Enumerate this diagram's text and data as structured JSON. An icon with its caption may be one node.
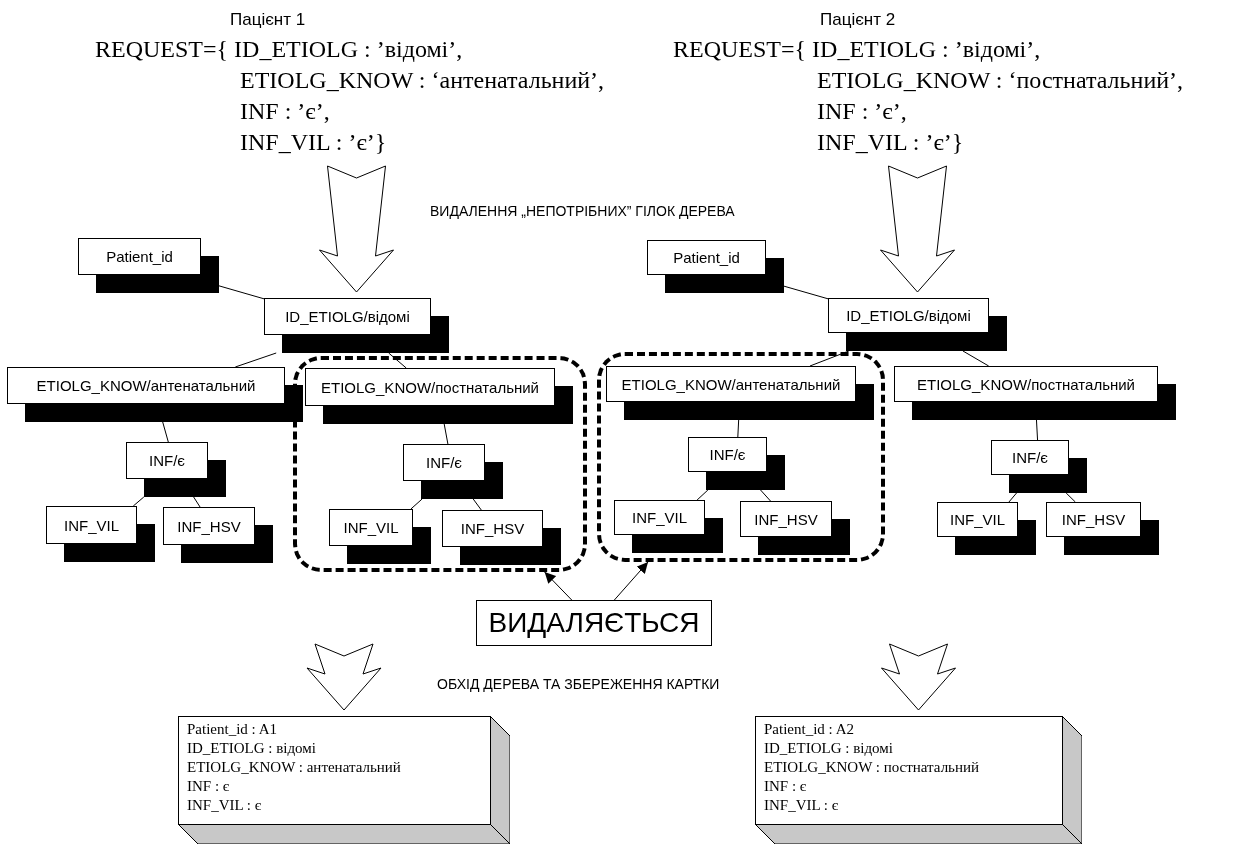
{
  "diagram": {
    "nodes": [
      {
        "text": [
          "Пацієнт 1",
          "REQUEST={ ID_ETIOLG : ’відомі’,",
          "ETIOLG_KNOW : ‘антенатальний’,",
          "INF : ’є’,",
          "INF_VIL : ’є’}"
        ]
      },
      {
        "text": [
          "Пацієнт 2",
          "REQUEST={ ID_ETIOLG : ’відомі’,",
          "ETIOLG_KNOW : ‘постнатальний’,",
          "INF : ’є’,",
          "INF_VIL : ’є’}"
        ]
      },
      {
        "text": [
          "Patient_id"
        ]
      },
      {
        "text": [
          "ID_ETIOLG/відомі"
        ]
      },
      {
        "text": [
          "ETIOLG_KNOW/антенатальний"
        ]
      },
      {
        "text": [
          "INF/є"
        ]
      },
      {
        "text": [
          "INF_VIL"
        ]
      },
      {
        "text": [
          "INF_HSV"
        ]
      },
      {
        "text": [],
        "shape": "box"
      },
      {
        "text": [
          "ETIOLG_KNOW/постнатальний"
        ],
        "in": 8
      },
      {
        "text": [
          "INF/є"
        ],
        "in": 8
      },
      {
        "text": [
          "INF_VIL"
        ],
        "in": 8
      },
      {
        "text": [
          "INF_HSV"
        ],
        "in": 8
      },
      {
        "text": [
          "Patient_id"
        ]
      },
      {
        "text": [
          "ID_ETIOLG/відомі"
        ]
      },
      {
        "text": [],
        "shape": "box"
      },
      {
        "text": [
          "ETIOLG_KNOW/антенатальний"
        ],
        "in": 15
      },
      {
        "text": [
          "INF/є"
        ],
        "in": 15
      },
      {
        "text": [
          "INF_VIL"
        ],
        "in": 15
      },
      {
        "text": [
          "INF_HSV"
        ],
        "in": 15
      },
      {
        "text": [
          "ETIOLG_KNOW/постнатальний"
        ]
      },
      {
        "text": [
          "INF/є"
        ]
      },
      {
        "text": [
          "INF_VIL"
        ]
      },
      {
        "text": [
          "INF_HSV"
        ]
      },
      {
        "text": [
          "ВИДАЛЯЄТЬСЯ"
        ]
      },
      {
        "text": [
          "Patient_id : A1",
          "ID_ETIOLG : відомі",
          "ETIOLG_KNOW : антенатальний",
          "INF : є",
          "INF_VIL : є"
        ]
      },
      {
        "text": [
          "Patient_id : A2",
          "ID_ETIOLG : відомі",
          "ETIOLG_KNOW : постнатальний",
          "INF : є",
          "INF_VIL : є"
        ]
      }
    ],
    "edges": [
      {
        "from": 0,
        "to": 3,
        "arrow": "to",
        "style": "thick"
      },
      {
        "from": 1,
        "to": 14,
        "arrow": "to",
        "style": "thick"
      },
      {
        "from": 2,
        "to": 3,
        "arrow": "none"
      },
      {
        "from": 3,
        "to": 4,
        "arrow": "none"
      },
      {
        "from": 3,
        "to": 9,
        "arrow": "none"
      },
      {
        "from": 4,
        "to": 5,
        "arrow": "none"
      },
      {
        "from": 5,
        "to": 6,
        "arrow": "none"
      },
      {
        "from": 5,
        "to": 7,
        "arrow": "none"
      },
      {
        "from": 9,
        "to": 10,
        "arrow": "none"
      },
      {
        "from": 10,
        "to": 11,
        "arrow": "none"
      },
      {
        "from": 10,
        "to": 12,
        "arrow": "none"
      },
      {
        "from": 13,
        "to": 14,
        "arrow": "none"
      },
      {
        "from": 14,
        "to": 16,
        "arrow": "none"
      },
      {
        "from": 14,
        "to": 20,
        "arrow": "none"
      },
      {
        "from": 16,
        "to": 17,
        "arrow": "none"
      },
      {
        "from": 17,
        "to": 18,
        "arrow": "none"
      },
      {
        "from": 17,
        "to": 19,
        "arrow": "none"
      },
      {
        "from": 20,
        "to": 21,
        "arrow": "none"
      },
      {
        "from": 21,
        "to": 22,
        "arrow": "none"
      },
      {
        "from": 21,
        "to": 23,
        "arrow": "none"
      },
      {
        "from": 24,
        "to": 8,
        "arrow": "to"
      },
      {
        "from": 24,
        "to": 15,
        "arrow": "to"
      },
      {
        "from": null,
        "to": 25,
        "arrow": "to",
        "style": "thick"
      },
      {
        "from": null,
        "to": 26,
        "arrow": "to",
        "style": "thick"
      }
    ],
    "labels": [
      "ВИДАЛЕННЯ „НЕПОТРІБНИХ” ГІЛОК ДЕРЕВА",
      "ОБХІД ДЕРЕВА ТА ЗБЕРЕЖЕННЯ КАРТКИ"
    ]
  }
}
